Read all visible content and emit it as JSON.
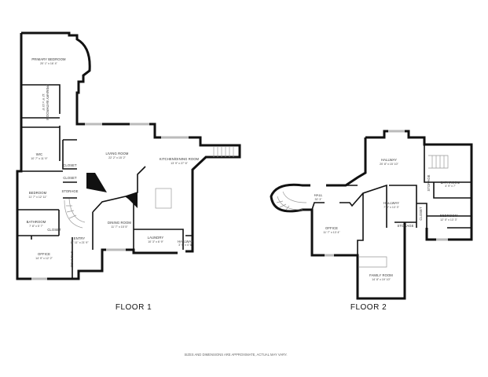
{
  "floor1": {
    "label": "FLOOR 1",
    "rooms": [
      {
        "name": "PRIMARY BEDROOM",
        "dims": "20' 1\" x 16' 4\""
      },
      {
        "name": "PRIMARY BATHROOM",
        "dims": "12' 9\" x 13' 8\""
      },
      {
        "name": "WIC",
        "dims": "10' 7\" x 11' 9\""
      },
      {
        "name": "CLOSET",
        "dims": ""
      },
      {
        "name": "CLOSET",
        "dims": ""
      },
      {
        "name": "STORAGE",
        "dims": ""
      },
      {
        "name": "BEDROOM",
        "dims": "11' 7\" x 12' 11\""
      },
      {
        "name": "BATHROOM",
        "dims": "7' 8\" x 5' 7\""
      },
      {
        "name": "OFFICE",
        "dims": "14' 9\" x 12' 2\""
      },
      {
        "name": "STORAGE",
        "dims": ""
      },
      {
        "name": "ENTRY",
        "dims": "11' 11\" x 21' 9\""
      },
      {
        "name": "DINING ROOM",
        "dims": "11' 7\" x 15' 5\""
      },
      {
        "name": "LIVING ROOM",
        "dims": "22' 2\" x 15' 2\""
      },
      {
        "name": "KITCHEN/DINING ROOM",
        "dims": "13' 9\" x 27' 6\""
      },
      {
        "name": "LAUNDRY",
        "dims": "10' 3\" x 6' 9\""
      },
      {
        "name": "HALLWAY",
        "dims": "3' 9\" x 4' 6\""
      },
      {
        "name": "CLOSET",
        "dims": ""
      }
    ]
  },
  "floor2": {
    "label": "FLOOR 2",
    "rooms": [
      {
        "name": "HALLWAY",
        "dims": "20' 8\" x 15' 10\""
      },
      {
        "name": "HALL",
        "dims": "30' 3\""
      },
      {
        "name": "OFFICE",
        "dims": "11' 7\" x 13' 4\""
      },
      {
        "name": "HALLWAY",
        "dims": "7' 9\" x 13' 3\""
      },
      {
        "name": "STORAGE",
        "dims": ""
      },
      {
        "name": "CLOSET",
        "dims": ""
      },
      {
        "name": "BATHROOM",
        "dims": "4' 9\" x 7'"
      },
      {
        "name": "BEDROOM",
        "dims": "12' 5\" x 13' 3\""
      },
      {
        "name": "FAMILY ROOM",
        "dims": "14' 8\" x 19' 10\""
      },
      {
        "name": "STORAGE",
        "dims": ""
      }
    ]
  },
  "footer": {
    "disclaimer": "SIZES AND DIMENSIONS ARE APPROXIMATE, ACTUAL MAY VARY."
  }
}
